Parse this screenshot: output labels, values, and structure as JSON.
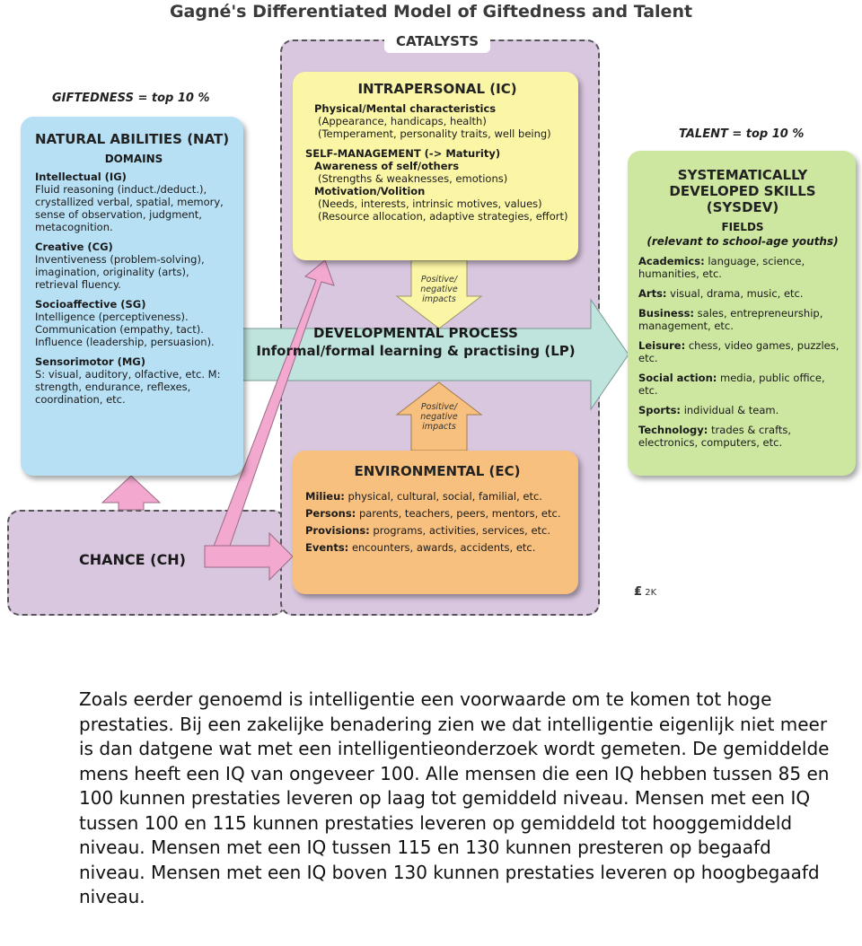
{
  "diagram": {
    "title": "Gagné's Differentiated Model of Giftedness and Talent",
    "catalysts_label": "CATALYSTS",
    "giftedness_label": "GIFTEDNESS = top 10 %",
    "talent_label": "TALENT = top 10 %",
    "natural_abilities": {
      "heading": "NATURAL ABILITIES (NAT)",
      "subheading": "DOMAINS",
      "items": [
        {
          "name": "Intellectual (IG)",
          "desc": "Fluid reasoning (induct./deduct.), crystallized verbal, spatial, memory, sense of observation, judgment, metacognition."
        },
        {
          "name": "Creative (CG)",
          "desc": "Inventiveness (problem-solving), imagination, originality (arts), retrieval fluency."
        },
        {
          "name": "Socioaffective (SG)",
          "desc": "Intelligence (perceptiveness). Communication (empathy, tact). Influence (leadership, persuasion)."
        },
        {
          "name": "Sensorimotor (MG)",
          "desc": "S: visual, auditory, olfactive, etc. M: strength, endurance, reflexes, coordination, etc."
        }
      ]
    },
    "intrapersonal": {
      "heading": "INTRAPERSONAL (IC)",
      "physical_title": "Physical/Mental characteristics",
      "physical_lines": [
        "(Appearance, handicaps, health)",
        "(Temperament, personality traits, well being)"
      ],
      "self_management_title": "SELF-MANAGEMENT (-> Maturity)",
      "awareness_title": "Awareness of self/others",
      "awareness_line": "(Strengths & weaknesses, emotions)",
      "motivation_title": "Motivation/Volition",
      "motivation_lines": [
        "(Needs, interests, intrinsic motives, values)",
        "(Resource allocation, adaptive strategies, effort)"
      ]
    },
    "impact_label": "Positive/ negative impacts",
    "developmental_process": {
      "line1": "DEVELOPMENTAL PROCESS",
      "line2": "Informal/formal learning & practising (LP)"
    },
    "environmental": {
      "heading": "ENVIRONMENTAL (EC)",
      "items": [
        {
          "name": "Milieu:",
          "desc": "physical, cultural, social, familial, etc."
        },
        {
          "name": "Persons:",
          "desc": "parents, teachers, peers, mentors, etc."
        },
        {
          "name": "Provisions:",
          "desc": "programs, activities, services, etc."
        },
        {
          "name": "Events:",
          "desc": "encounters, awards, accidents, etc."
        }
      ]
    },
    "chance": "CHANCE (CH)",
    "sysdev": {
      "heading": "SYSTEMATICALLY DEVELOPED SKILLS (SYSDEV)",
      "subheading": "FIELDS",
      "subnote": "(relevant to school-age youths)",
      "items": [
        {
          "name": "Academics:",
          "desc": "language, science, humanities, etc."
        },
        {
          "name": "Arts:",
          "desc": "visual, drama, music, etc."
        },
        {
          "name": "Business:",
          "desc": "sales, entrepreneurship, management, etc."
        },
        {
          "name": "Leisure:",
          "desc": "chess, video games, puzzles, etc."
        },
        {
          "name": "Social action:",
          "desc": "media, public office, etc."
        },
        {
          "name": "Sports:",
          "desc": "individual & team."
        },
        {
          "name": "Technology:",
          "desc": "trades & crafts, electronics, computers, etc."
        }
      ]
    },
    "logo_text": "2K"
  },
  "paragraph": "Zoals eerder genoemd is intelligentie een voorwaarde om te komen tot hoge prestaties. Bij een zakelijke benadering zien we dat intelligentie eigenlijk niet meer is dan datgene wat met een intelligentieonderzoek wordt gemeten. De gemiddelde mens heeft een IQ van ongeveer 100. Alle mensen die een IQ hebben tussen 85 en 100 kunnen prestaties leveren op laag tot gemiddeld niveau. Mensen met een IQ tussen 100 en 115 kunnen prestaties leveren op gemiddeld tot hooggemiddeld niveau. Mensen met een IQ tussen 115 en 130 kunnen presteren op begaafd niveau. Mensen met een IQ boven 130 kunnen prestaties leveren op hoogbegaafd niveau."
}
